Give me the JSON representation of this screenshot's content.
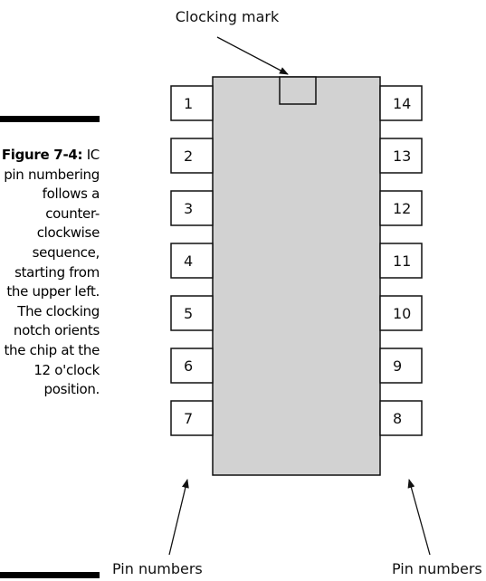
{
  "caption": {
    "figure_label": "Figure 7-4:",
    "text": "IC pin numbering follows a counter-clockwise sequence, starting from the upper left. The clocking notch orients the chip at the 12 o'clock position."
  },
  "diagram": {
    "clocking_mark_label": "Clocking mark",
    "left_pin_label": "Pin numbers",
    "right_pin_label": "Pin numbers",
    "left_pins": [
      "1",
      "2",
      "3",
      "4",
      "5",
      "6",
      "7"
    ],
    "right_pins": [
      "14",
      "13",
      "12",
      "11",
      "10",
      "9",
      "8"
    ],
    "colors": {
      "chip_body": "#d2d2d2",
      "outline": "#111111",
      "caption_bar": "#000000"
    }
  }
}
